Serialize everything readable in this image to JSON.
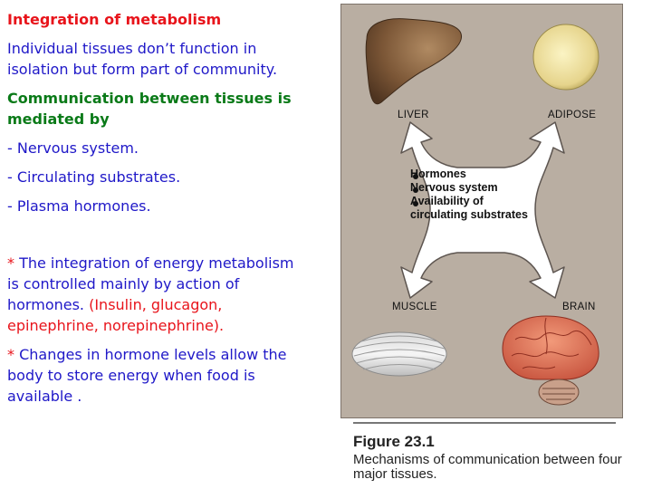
{
  "text": {
    "title": "Integration of metabolism",
    "intro": "Individual tissues don’t function in isolation but form part of community.",
    "comm_heading": "Communication between tissues is mediated by",
    "items": [
      "- Nervous system.",
      "- Circulating substrates.",
      "- Plasma hormones."
    ],
    "note1_star": "*",
    "note1_text": " The integration of energy metabolism is controlled mainly by action of hormones. ",
    "note1_red": "(Insulin, glucagon, epinephrine, norepinephrine).",
    "note2_star": "*",
    "note2_text": " Changes in hormone levels allow the body to store energy when food is available ."
  },
  "figure": {
    "labels": {
      "liver": "LIVER",
      "adipose": "ADIPOSE",
      "muscle": "MUSCLE",
      "brain": "BRAIN"
    },
    "bullets": [
      "Hormones",
      "Nervous system",
      "Availability of",
      "circulating substrates"
    ],
    "caption_number": "Figure 23.1",
    "caption_text": "Mechanisms of communication between four major tissues."
  },
  "colors": {
    "title_red": "#e8141b",
    "body_blue": "#1f18c8",
    "heading_green": "#0a7a18",
    "figure_bg": "#b9aea2"
  }
}
